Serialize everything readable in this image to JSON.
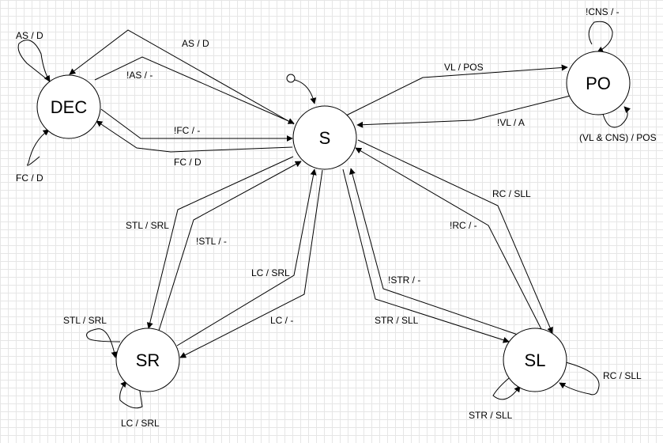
{
  "diagram": {
    "states": [
      {
        "id": "S",
        "label": "S"
      },
      {
        "id": "DEC",
        "label": "DEC"
      },
      {
        "id": "PO",
        "label": "PO"
      },
      {
        "id": "SR",
        "label": "SR"
      },
      {
        "id": "SL",
        "label": "SL"
      }
    ],
    "initial_state": "S",
    "transitions": [
      {
        "from": "S",
        "to": "DEC",
        "label": "AS / D"
      },
      {
        "from": "DEC",
        "to": "S",
        "label": "!AS / -"
      },
      {
        "from": "DEC",
        "to": "S",
        "label": "!FC / -"
      },
      {
        "from": "S",
        "to": "DEC",
        "label": "FC / D"
      },
      {
        "from": "DEC",
        "to": "DEC",
        "label": "AS / D"
      },
      {
        "from": "DEC",
        "to": "DEC",
        "label": "FC / D"
      },
      {
        "from": "S",
        "to": "PO",
        "label": "VL / POS"
      },
      {
        "from": "PO",
        "to": "S",
        "label": "!VL / A"
      },
      {
        "from": "PO",
        "to": "PO",
        "label": "!CNS / -"
      },
      {
        "from": "PO",
        "to": "PO",
        "label": "(VL & CNS) / POS"
      },
      {
        "from": "S",
        "to": "SR",
        "label": "STL / SRL"
      },
      {
        "from": "SR",
        "to": "S",
        "label": "!STL / -"
      },
      {
        "from": "SR",
        "to": "S",
        "label": "LC / SRL"
      },
      {
        "from": "S",
        "to": "SR",
        "label": "LC / -"
      },
      {
        "from": "SR",
        "to": "SR",
        "label": "STL / SRL"
      },
      {
        "from": "SR",
        "to": "SR",
        "label": "LC / SRL"
      },
      {
        "from": "S",
        "to": "SL",
        "label": "RC / SLL"
      },
      {
        "from": "SL",
        "to": "S",
        "label": "!RC / -"
      },
      {
        "from": "SL",
        "to": "S",
        "label": "!STR / -"
      },
      {
        "from": "S",
        "to": "SL",
        "label": "STR / SLL"
      },
      {
        "from": "SL",
        "to": "SL",
        "label": "RC / SLL"
      },
      {
        "from": "SL",
        "to": "SL",
        "label": "STR / SLL"
      }
    ]
  }
}
